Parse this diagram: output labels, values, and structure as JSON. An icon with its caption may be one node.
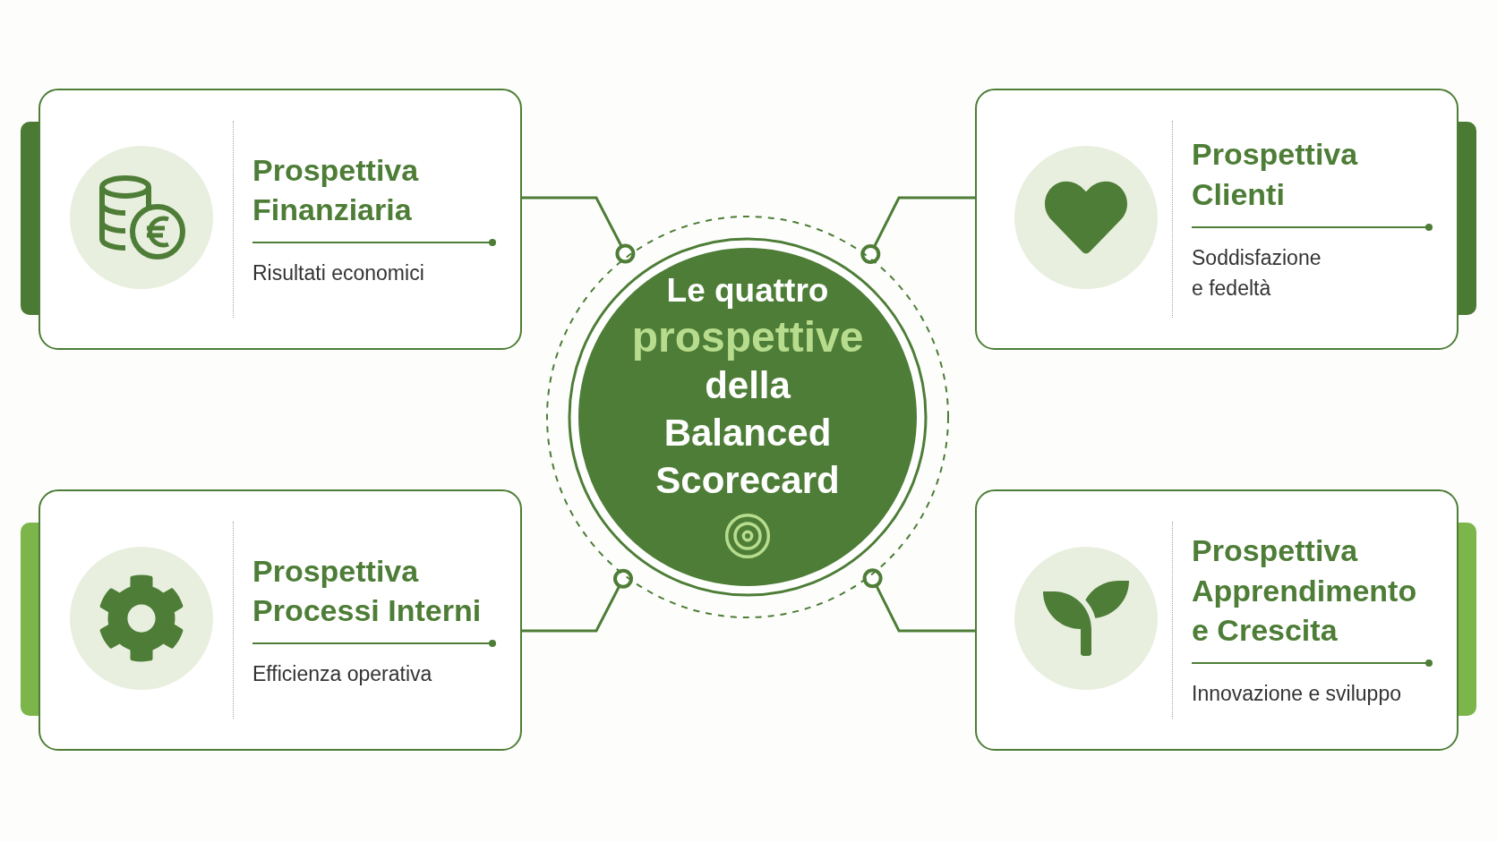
{
  "diagram": {
    "nodes": [
      {
        "text": [
          "Le quattro",
          "prospettive",
          "della Balanced Scorecard"
        ]
      },
      {
        "text": [
          "Prospettiva Finanziaria",
          "Risultati economici"
        ]
      },
      {
        "text": [
          "Prospettiva Clienti",
          "Soddisfazione e fedeltà"
        ]
      },
      {
        "text": [
          "Prospettiva Processi Interni",
          "Efficienza operativa"
        ]
      },
      {
        "text": [
          "Prospettiva Apprendimento e Crescita",
          "Innovazione e sviluppo"
        ]
      },
      {
        "text": [],
        "shape": "bar"
      },
      {
        "text": [],
        "shape": "bar"
      },
      {
        "text": [],
        "shape": "bar"
      },
      {
        "text": [],
        "shape": "bar"
      }
    ],
    "edges": [
      {
        "from": 1,
        "to": 0,
        "arrow": "other"
      },
      {
        "from": 2,
        "to": 0,
        "arrow": "other"
      },
      {
        "from": 3,
        "to": 0,
        "arrow": "other"
      },
      {
        "from": 4,
        "to": 0,
        "arrow": "other"
      }
    ]
  }
}
